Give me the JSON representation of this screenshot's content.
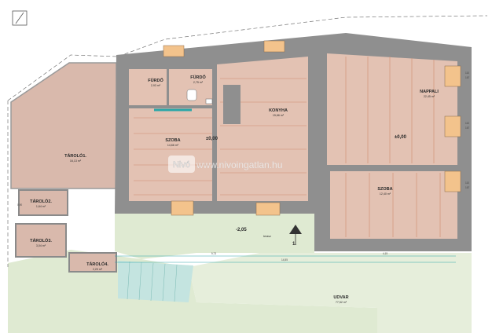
{
  "rooms": {
    "tarolo1": {
      "name": "TÁROLÓ1.",
      "area": "16,13 m²"
    },
    "tarolo2": {
      "name": "TÁROLÓ2.",
      "area": "1,64 m²"
    },
    "tarolo3": {
      "name": "TÁROLÓ3.",
      "area": "3,04 m²"
    },
    "tarolo4": {
      "name": "TÁROLÓ4.",
      "area": "2,20 m²"
    },
    "furdo1": {
      "name": "FÜRDŐ",
      "area": "2,93 m²"
    },
    "furdo2": {
      "name": "FÜRDŐ",
      "area": "2,75 m²"
    },
    "szoba1": {
      "name": "SZOBA",
      "area": "14,66 m²"
    },
    "konyha": {
      "name": "KONYHA",
      "area": "15,66 m²"
    },
    "nappali": {
      "name": "NAPPALI",
      "area": "22,45 m²"
    },
    "szoba2": {
      "name": "SZOBA",
      "area": "12,40 m²"
    },
    "terasz": {
      "name": "terasz",
      "area": ""
    },
    "udvar": {
      "name": "UDVAR",
      "area": "77,52 m²"
    }
  },
  "levels": {
    "main": "±0,00",
    "nappali": "±0,00",
    "lower": "-2,05"
  },
  "marker": "1.",
  "watermark": "www.nivoingatlan.hu",
  "logo_text": "Nivó",
  "window_labels": [
    "110",
    "167"
  ],
  "dimensions": {
    "total": "14,55",
    "bottom_mid": "9,73",
    "bottom_right": "4,15",
    "side": "0,90"
  },
  "colors": {
    "floor": "#e3c2b3",
    "wall": "#8f8f8f",
    "yard": "#d9e7cc",
    "stair": "#c4e4e0",
    "joist": "#cf8a6f",
    "window": "#f3c38c"
  }
}
